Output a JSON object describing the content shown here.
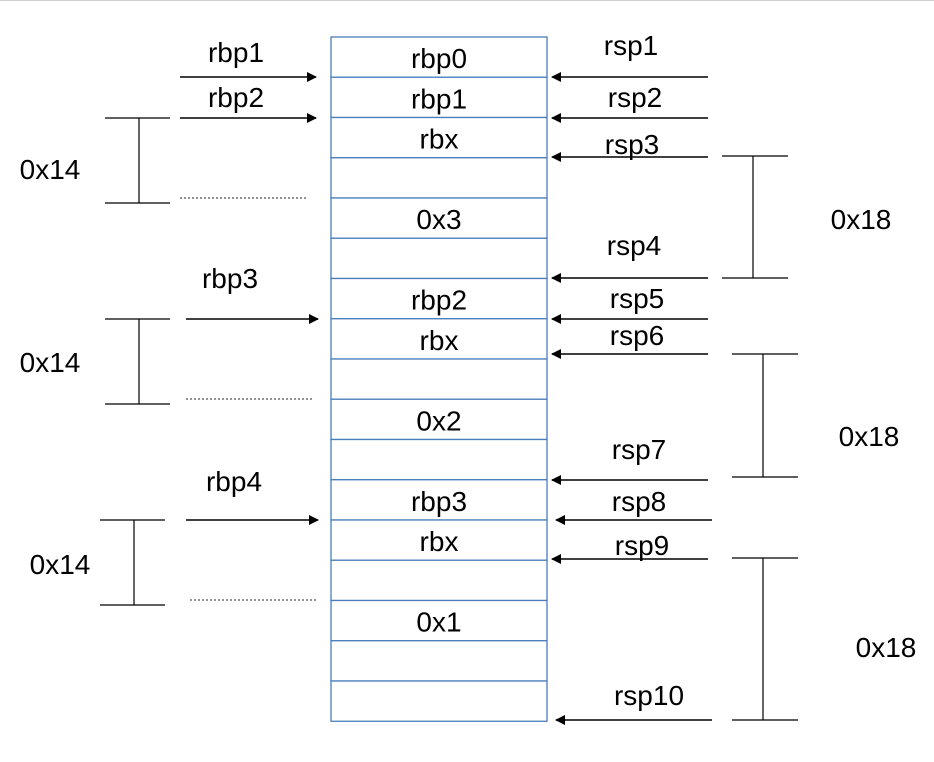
{
  "stack": {
    "cells": [
      "rbp0",
      "rbp1",
      "rbx",
      "",
      "0x3",
      "",
      "rbp2",
      "rbx",
      "",
      "0x2",
      "",
      "rbp3",
      "rbx",
      "",
      "0x1",
      "",
      ""
    ]
  },
  "rbp_pointers": [
    {
      "label": "rbp1"
    },
    {
      "label": "rbp2"
    },
    {
      "label": "rbp3"
    },
    {
      "label": "rbp4"
    }
  ],
  "rsp_pointers": [
    {
      "label": "rsp1"
    },
    {
      "label": "rsp2"
    },
    {
      "label": "rsp3"
    },
    {
      "label": "rsp4"
    },
    {
      "label": "rsp5"
    },
    {
      "label": "rsp6"
    },
    {
      "label": "rsp7"
    },
    {
      "label": "rsp8"
    },
    {
      "label": "rsp9"
    },
    {
      "label": "rsp10"
    }
  ],
  "left_spans": [
    {
      "label": "0x14"
    },
    {
      "label": "0x14"
    },
    {
      "label": "0x14"
    }
  ],
  "right_spans": [
    {
      "label": "0x18"
    },
    {
      "label": "0x18"
    },
    {
      "label": "0x18"
    }
  ],
  "colors": {
    "stack_border": "#4a7ebb",
    "line": "#000000",
    "text": "#000000",
    "dotted": "#555555"
  }
}
